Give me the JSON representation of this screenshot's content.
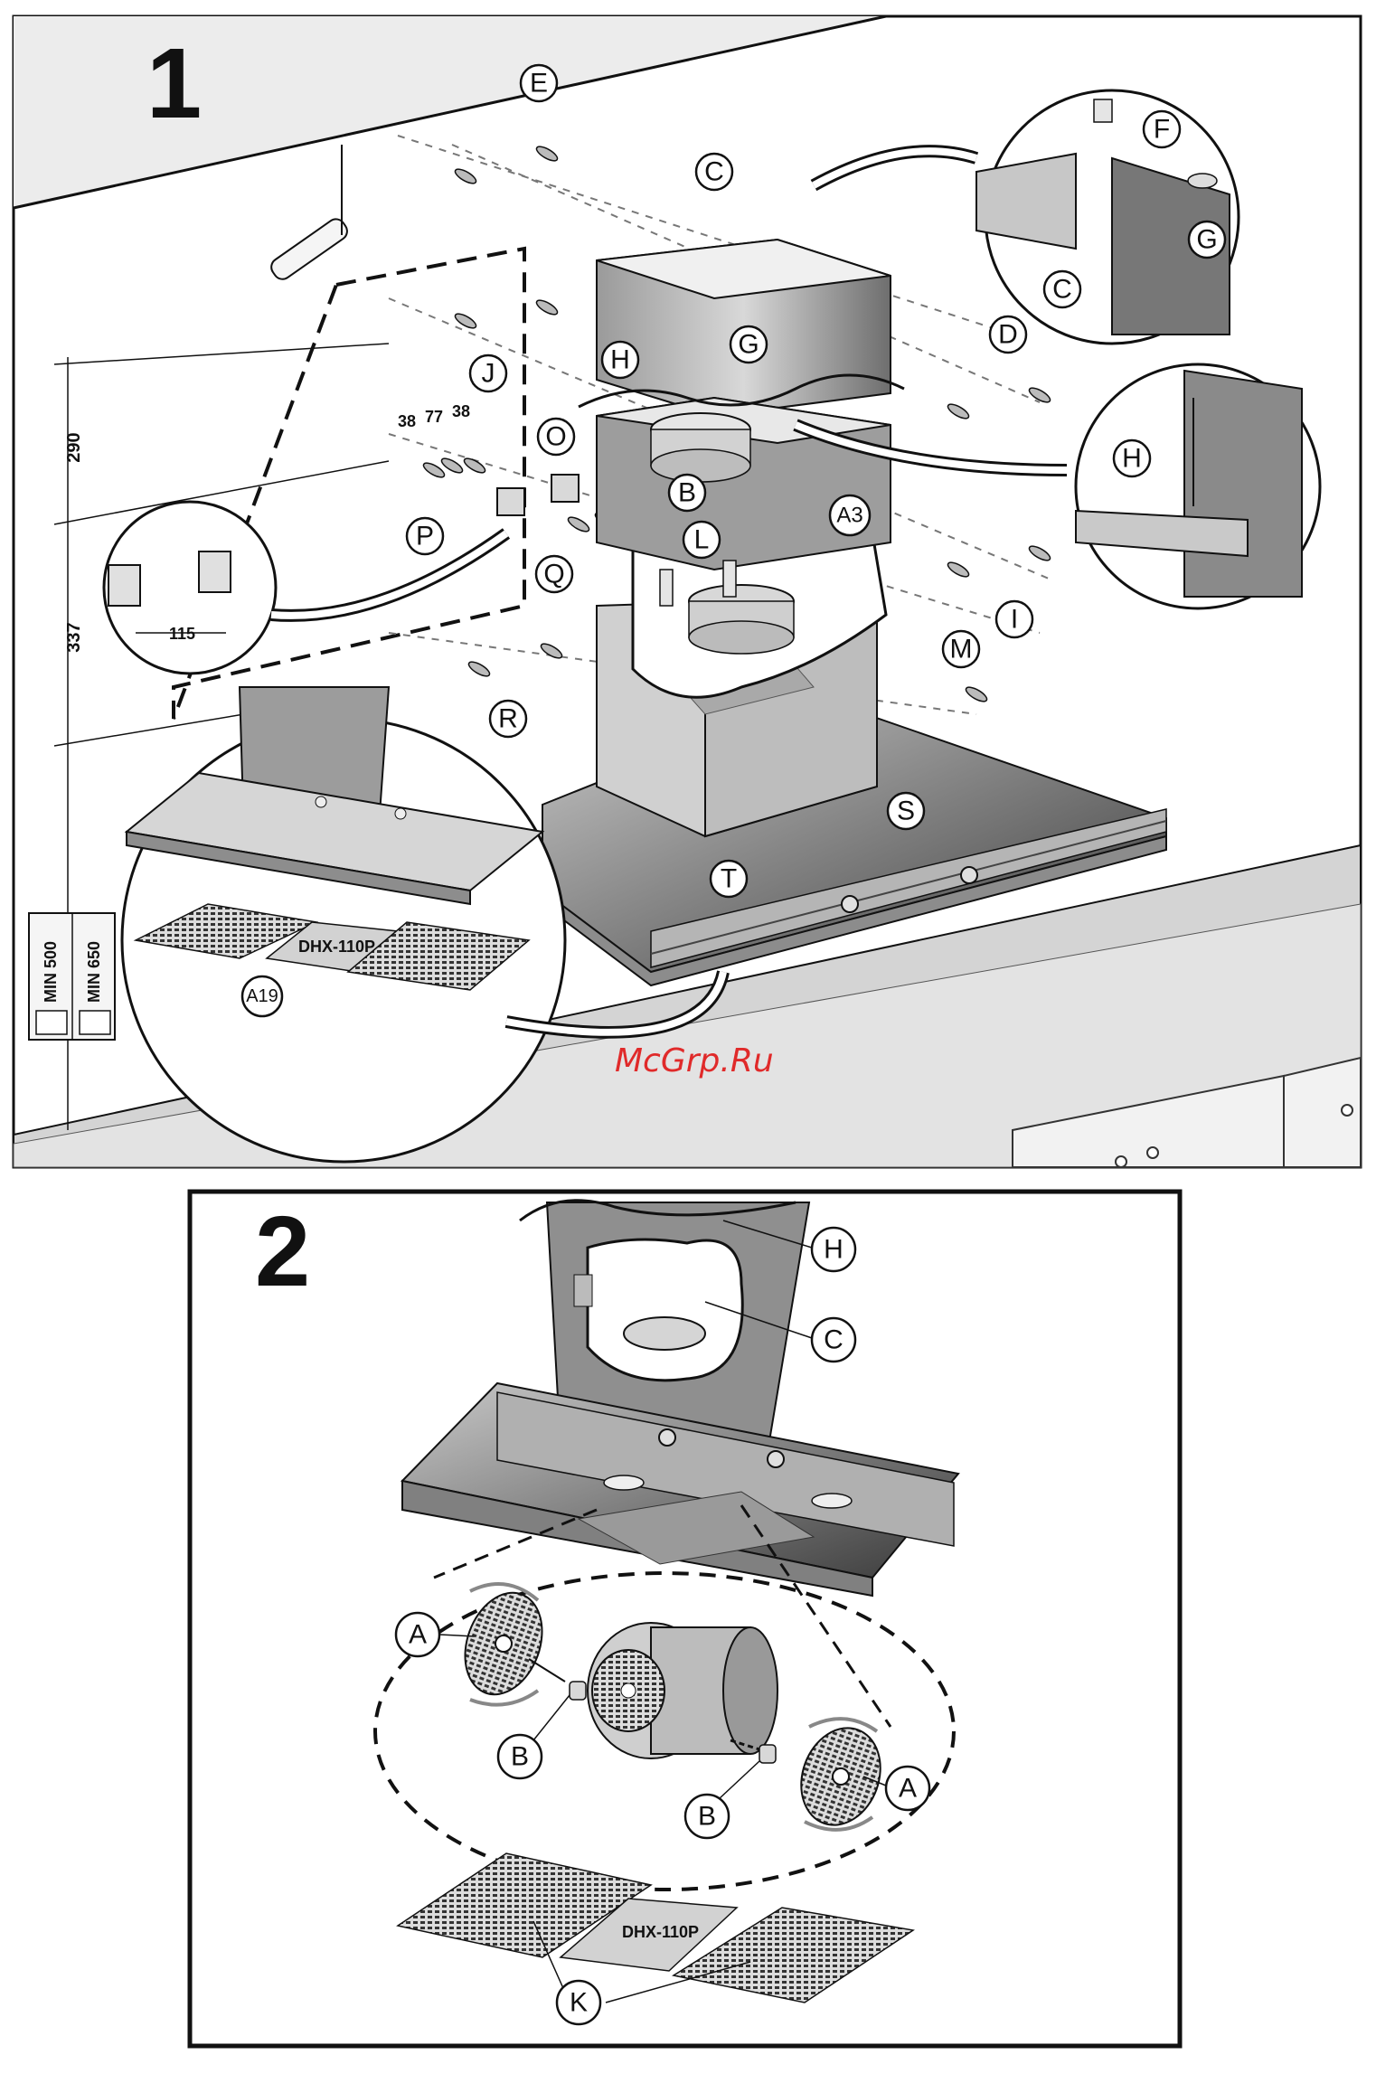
{
  "panel1": {
    "number": "1",
    "labels": {
      "E": "E",
      "C": "C",
      "F": "F",
      "G": "G",
      "G2": "G",
      "C2": "C",
      "D": "D",
      "H": "H",
      "H2": "H",
      "J": "J",
      "O": "O",
      "P": "P",
      "B": "B",
      "L": "L",
      "A3": "A3",
      "Q": "Q",
      "I": "I",
      "M": "M",
      "R": "R",
      "S": "S",
      "T": "T",
      "A19": "A19"
    },
    "dimensions": {
      "d290": "290",
      "d337": "337",
      "d115": "115",
      "d38a": "38",
      "d77": "77",
      "d38b": "38"
    },
    "min500": "MIN 500",
    "min650": "MIN 650",
    "filter_label": "DHX-110P",
    "watermark": "McGrp.Ru"
  },
  "panel2": {
    "number": "2",
    "labels": {
      "H": "H",
      "C": "C",
      "A1": "A",
      "B1": "B",
      "B2": "B",
      "A2": "A",
      "K": "K"
    },
    "filter_label": "DHX-110P"
  }
}
